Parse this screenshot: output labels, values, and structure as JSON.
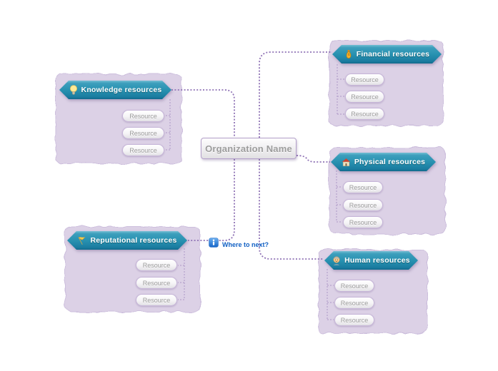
{
  "center_topic": {
    "label": "Organization Name"
  },
  "floating_topic": {
    "label": "Where to next?",
    "icon": "info-icon"
  },
  "branches": [
    {
      "label": "Knowledge resources",
      "icon": "lightbulb-icon",
      "resources": [
        "Resource",
        "Resource",
        "Resource"
      ]
    },
    {
      "label": "Financial resources",
      "icon": "money-bag-icon",
      "resources": [
        "Resource",
        "Resource",
        "Resource"
      ]
    },
    {
      "label": "Physical resources",
      "icon": "house-icon",
      "resources": [
        "Resource",
        "Resource",
        "Resource"
      ]
    },
    {
      "label": "Human resources",
      "icon": "person-icon",
      "resources": [
        "Resource",
        "Resource",
        "Resource"
      ]
    },
    {
      "label": "Reputational resources",
      "icon": "flag-icon",
      "resources": [
        "Resource",
        "Resource",
        "Resource"
      ]
    }
  ],
  "colors": {
    "topic_fill_top": "#3d9ebc",
    "topic_fill_bottom": "#126a8c",
    "topic_text": "#ffffff",
    "region_fill": "#dcd1e6",
    "connector": "#8f72b5",
    "subtopic_connector": "#b7a4cd",
    "subtopic_text": "#9a9a9a",
    "center_text": "#9c9c9c",
    "note_text": "#1160c4"
  }
}
